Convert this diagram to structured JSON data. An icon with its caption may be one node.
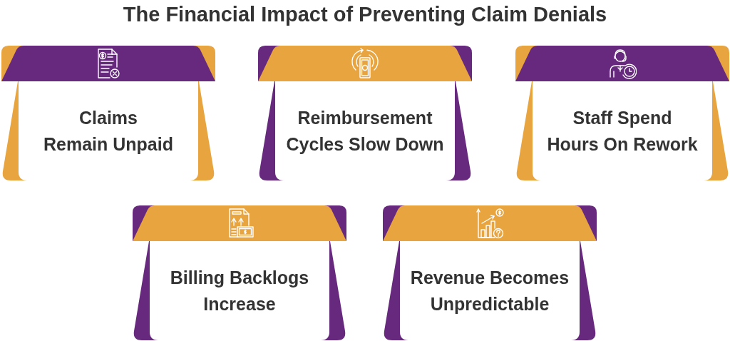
{
  "diagram": {
    "title": "The Financial Impact of Preventing Claim Denials",
    "nodes": [
      {
        "text": [
          "Claims Remain Unpaid"
        ]
      },
      {
        "text": [
          "Reimbursement Cycles Slow Down"
        ]
      },
      {
        "text": [
          "Staff Spend Hours On Rework"
        ]
      },
      {
        "text": [
          "Billing Backlogs Increase"
        ]
      },
      {
        "text": [
          "Revenue Becomes Unpredictable"
        ]
      }
    ]
  }
}
